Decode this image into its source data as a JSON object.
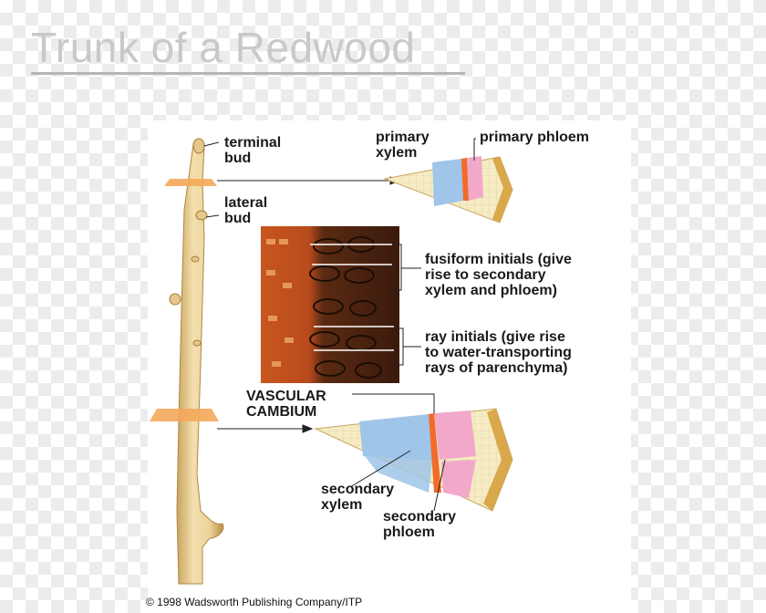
{
  "slide": {
    "title": "Trunk of a Redwood"
  },
  "diagram": {
    "labels": {
      "terminal_bud": "terminal\nbud",
      "lateral_bud": "lateral\nbud",
      "primary_xylem": "primary\nxylem",
      "primary_phloem": "primary phloem",
      "fusiform_initials": "fusiform initials (give\nrise to secondary\nxylem and phloem)",
      "ray_initials": "ray initials (give rise\nto water-transporting\nrays of parenchyma)",
      "vascular_cambium": "VASCULAR\nCAMBIUM",
      "secondary_xylem": "secondary\nxylem",
      "secondary_phloem": "secondary\nphloem"
    },
    "colors": {
      "stem": "#ecd49a",
      "stem_shadow": "#c9a45e",
      "section_marker": "#f4a85a",
      "xylem": "#9fc5e8",
      "phloem": "#f2a9c9",
      "cambium": "#f26b2a",
      "ground_tissue": "#f6ecc4",
      "bark": "#d9a84a",
      "micrograph": "#b84a1c"
    },
    "credit": "© 1998 Wadsworth Publishing Company/ITP"
  }
}
